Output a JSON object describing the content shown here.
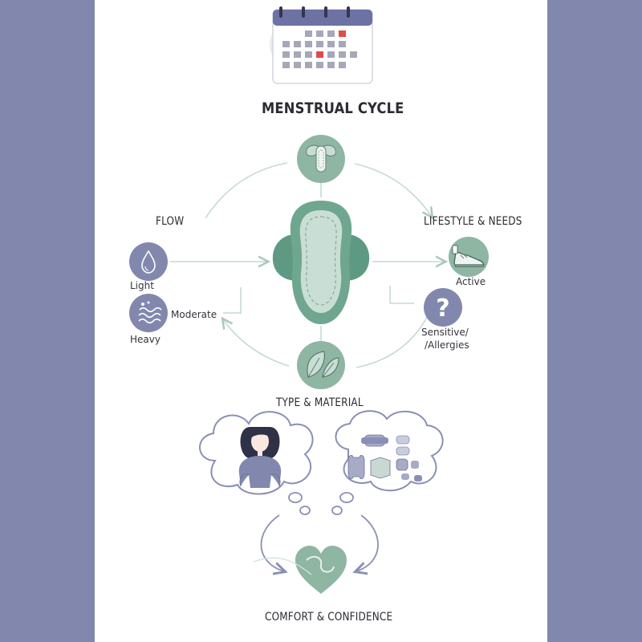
{
  "title": "MENSTRUAL CYCLE",
  "flow": {
    "heading": "FLOW",
    "light": "Light",
    "moderate": "Moderate",
    "heavy": "Heavy"
  },
  "lifestyle": {
    "heading": "LIFESTYLE & NEEDS",
    "active": "Active",
    "sensitive": "Sensitive/\n/Allergies",
    "sensitive_line1": "Sensitive/",
    "sensitive_line2": "/Allergies"
  },
  "type_material": "TYPE & MATERIAL",
  "comfort": "COMFORT & CONFIDENCE",
  "icons": [
    "calendar-icon",
    "winged-pad-icon",
    "water-drop-icon",
    "waves-icon",
    "sneaker-icon",
    "question-icon",
    "leaf-icon",
    "woman-icon",
    "pad-shapes-icon",
    "heart-icon"
  ],
  "colors": {
    "sage": "#8fb5a3",
    "sage_dark": "#5e9a82",
    "lavender": "#8288ad",
    "calendar_accent": "#e24a4a"
  }
}
